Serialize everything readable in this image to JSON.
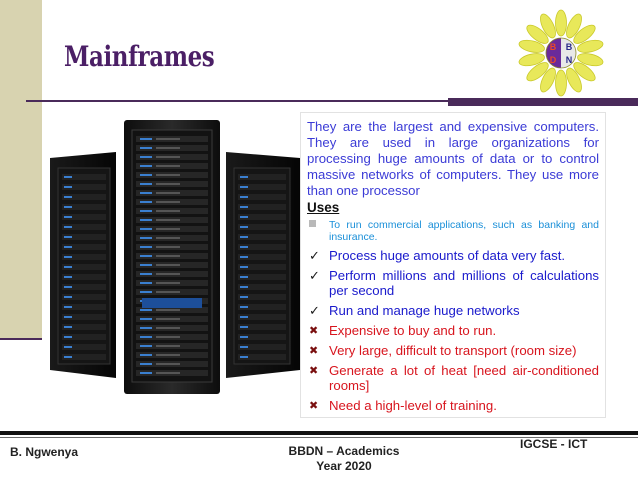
{
  "slide": {
    "title": "Mainframes",
    "intro": "They are the largest and expensive computers. They are used in large organizations for processing huge amounts of data or to control massive networks of computers. They use more than one processor",
    "uses_heading": "Uses",
    "items": [
      {
        "type": "square",
        "text": "To run commercial applications, such as banking and insurance."
      },
      {
        "type": "check",
        "text": "Process huge amounts of data very fast."
      },
      {
        "type": "check",
        "text": "Perform millions and millions of calculations per second"
      },
      {
        "type": "check",
        "text": "Run and manage huge networks"
      },
      {
        "type": "cross",
        "text": "Expensive to buy and to run."
      },
      {
        "type": "cross",
        "text": "Very large, difficult to transport (room size)"
      },
      {
        "type": "cross",
        "text": "Generate a lot of heat [need air-conditioned rooms]"
      },
      {
        "type": "cross",
        "text": "Need a high-level of training."
      }
    ]
  },
  "logo": {
    "letters": [
      "B",
      "B",
      "D",
      "N"
    ],
    "colors": {
      "petal": "#e8e85a",
      "petal_edge": "#c9c92a",
      "tl": "#6a2a9a",
      "tr": "#e8e8e8",
      "bl": "#6a2a9a",
      "br": "#e8e8e8",
      "letter_a": "#e84a2a",
      "letter_b": "#2a2a8a"
    }
  },
  "footer": {
    "author": "B. Ngwenya",
    "center_line1": "BBDN – Academics",
    "center_line2": "Year 2020",
    "course": "IGCSE - ICT"
  },
  "colors": {
    "title": "#4b1f66",
    "intro": "#3b3bd6",
    "square_item": "#1a8fd8",
    "check_item": "#1a1acc",
    "cross_item": "#d8151e",
    "side_bar": "#d8d3b0",
    "rule": "#4a2a5a"
  }
}
